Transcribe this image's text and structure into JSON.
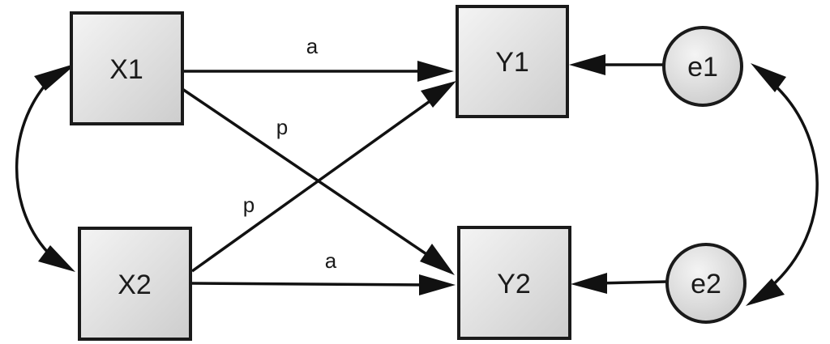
{
  "nodes": {
    "x1": "X1",
    "x2": "X2",
    "y1": "Y1",
    "y2": "Y2",
    "e1": "e1",
    "e2": "e2"
  },
  "paths": {
    "x1_y1": "a",
    "x2_y2": "a",
    "x1_y2": "p",
    "x2_y1": "p"
  },
  "colors": {
    "node_fill_light": "#f2f2f2",
    "node_fill_dark": "#cfcfcf",
    "stroke": "#1a1a1a"
  }
}
